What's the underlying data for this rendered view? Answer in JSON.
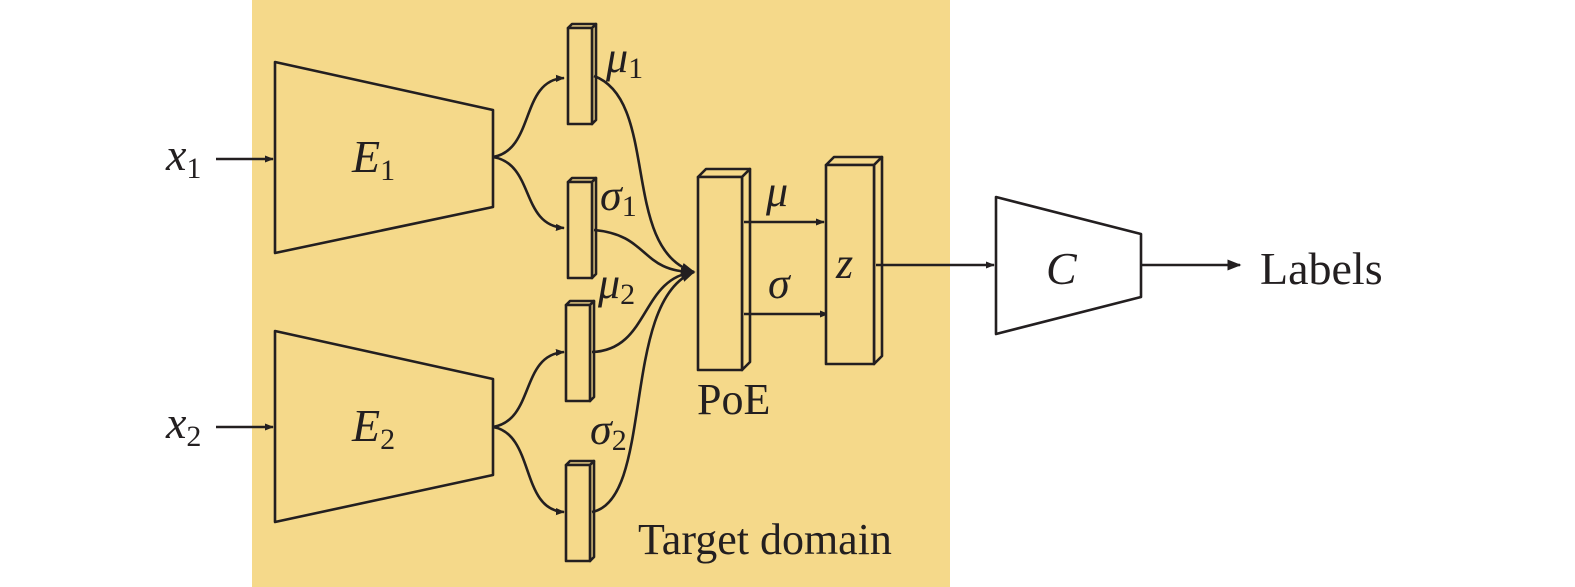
{
  "colors": {
    "region_fill": "#f5d98a",
    "stroke": "#231f20",
    "background": "#ffffff"
  },
  "inputs": {
    "x1": {
      "base": "x",
      "sub": "1"
    },
    "x2": {
      "base": "x",
      "sub": "2"
    }
  },
  "encoders": {
    "e1": {
      "base": "E",
      "sub": "1"
    },
    "e2": {
      "base": "E",
      "sub": "2"
    }
  },
  "latents": {
    "mu1": {
      "base": "μ",
      "sub": "1"
    },
    "sigma1": {
      "base": "σ",
      "sub": "1"
    },
    "mu2": {
      "base": "μ",
      "sub": "2"
    },
    "sigma2": {
      "base": "σ",
      "sub": "2"
    }
  },
  "fusion": {
    "label": "PoE",
    "mu": "μ",
    "sigma": "σ"
  },
  "latent_code": "z",
  "classifier": "C",
  "output": "Labels",
  "region_label": "Target domain"
}
